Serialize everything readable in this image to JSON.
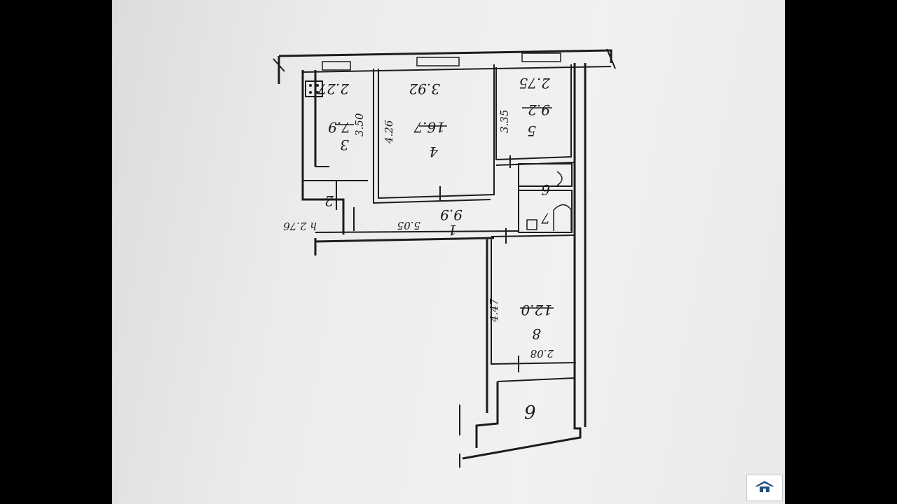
{
  "watermark": {
    "logo_icon": "house-roof-icon",
    "logo_color": "#1f4f80"
  },
  "plan": {
    "rooms": [
      {
        "id": "1",
        "number": "1",
        "area": "9.9",
        "dims": [
          "5.05"
        ]
      },
      {
        "id": "2",
        "number": "2",
        "area": "",
        "dims": []
      },
      {
        "id": "3",
        "number": "3",
        "area": "7.9",
        "dims": [
          "2.27",
          "3.50"
        ]
      },
      {
        "id": "4",
        "number": "4",
        "area": "16.7",
        "dims": [
          "3.92",
          "4.26"
        ]
      },
      {
        "id": "5",
        "number": "5",
        "area": "9.2",
        "dims": [
          "2.75",
          "3.35"
        ]
      },
      {
        "id": "6",
        "number": "6",
        "area": "",
        "dims": []
      },
      {
        "id": "7",
        "number": "7",
        "area": "",
        "dims": []
      },
      {
        "id": "8",
        "number": "8",
        "area": "12.0",
        "dims": [
          "4.47",
          "2.08"
        ]
      },
      {
        "id": "9",
        "number": "9",
        "area": "",
        "dims": []
      }
    ],
    "height_note": "h 2.76"
  }
}
